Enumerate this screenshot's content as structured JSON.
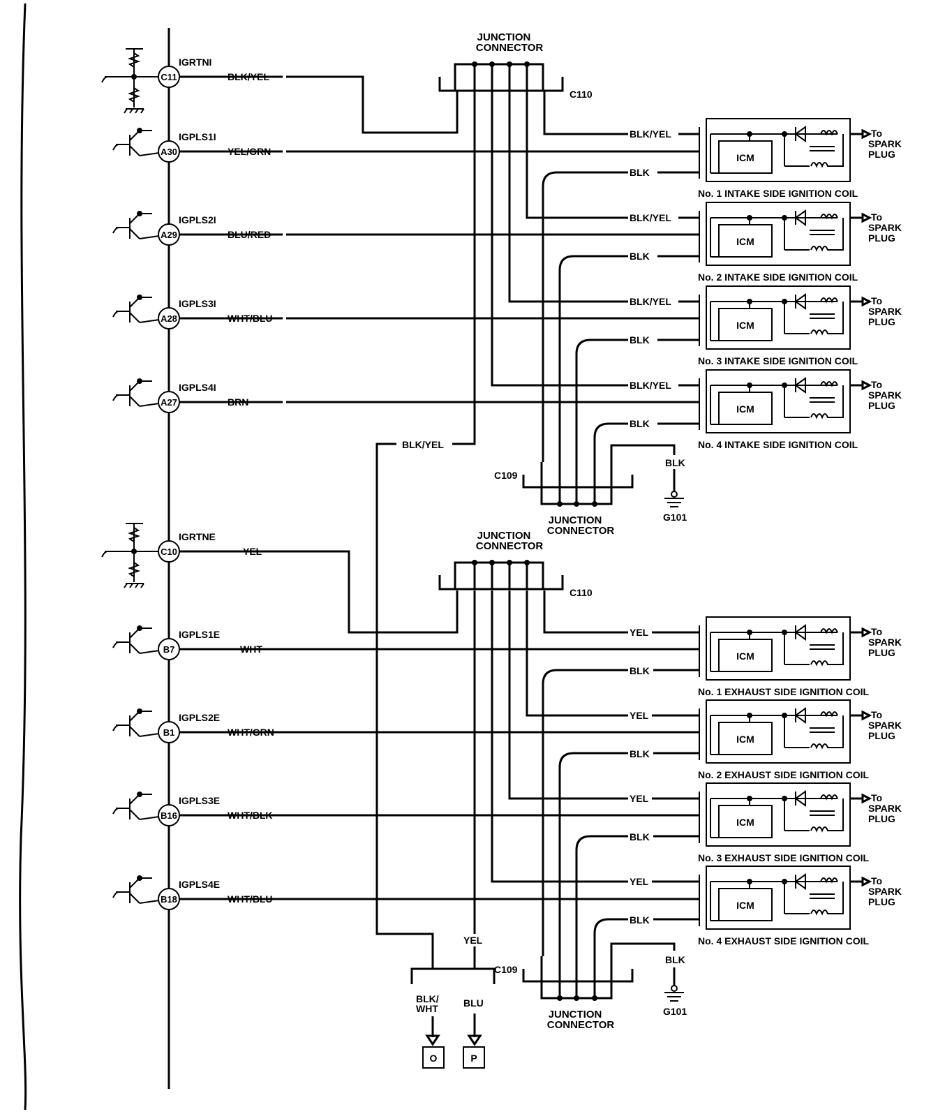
{
  "ecm": {
    "pins": [
      {
        "pin": "C11",
        "signal": "IGRTNI",
        "wire": "BLK/YEL"
      },
      {
        "pin": "A30",
        "signal": "IGPLS1I",
        "wire": "YEL/GRN"
      },
      {
        "pin": "A29",
        "signal": "IGPLS2I",
        "wire": "BLU/RED"
      },
      {
        "pin": "A28",
        "signal": "IGPLS3I",
        "wire": "WHT/BLU"
      },
      {
        "pin": "A27",
        "signal": "IGPLS4I",
        "wire": "BRN"
      },
      {
        "pin": "C10",
        "signal": "IGRTNE",
        "wire": "YEL"
      },
      {
        "pin": "B7",
        "signal": "IGPLS1E",
        "wire": "WHT"
      },
      {
        "pin": "B1",
        "signal": "IGPLS2E",
        "wire": "WHT/GRN"
      },
      {
        "pin": "B16",
        "signal": "IGPLS3E",
        "wire": "WHT/BLK"
      },
      {
        "pin": "B18",
        "signal": "IGPLS4E",
        "wire": "WHT/BLU"
      }
    ]
  },
  "junction": {
    "title_line1": "JUNCTION",
    "title_line2": "CONNECTOR",
    "top_id": "C110",
    "bottom_id": "C109"
  },
  "intake": {
    "power_wire": "BLK/YEL",
    "ground_wire": "BLK",
    "coils": [
      "No. 1 INTAKE SIDE IGNITION COIL",
      "No. 2 INTAKE SIDE IGNITION COIL",
      "No. 3 INTAKE SIDE IGNITION COIL",
      "No. 4 INTAKE SIDE IGNITION COIL"
    ],
    "crossover_wire": "BLK/YEL"
  },
  "exhaust": {
    "power_wire": "YEL",
    "ground_wire": "BLK",
    "coils": [
      "No. 1 EXHAUST SIDE IGNITION COIL",
      "No. 2 EXHAUST SIDE IGNITION COIL",
      "No. 3 EXHAUST SIDE IGNITION COIL",
      "No. 4 EXHAUST SIDE IGNITION COIL"
    ]
  },
  "coil": {
    "module": "ICM",
    "to_line1": "To",
    "to_line2": "SPARK",
    "to_line3": "PLUG"
  },
  "ground": {
    "wire": "BLK",
    "id": "G101"
  },
  "bottom_connector": {
    "feed_wire": "YEL",
    "out1": {
      "line1": "BLK/",
      "line2": "WHT",
      "box": "O"
    },
    "out2": {
      "line1": "BLU",
      "box": "P"
    }
  }
}
